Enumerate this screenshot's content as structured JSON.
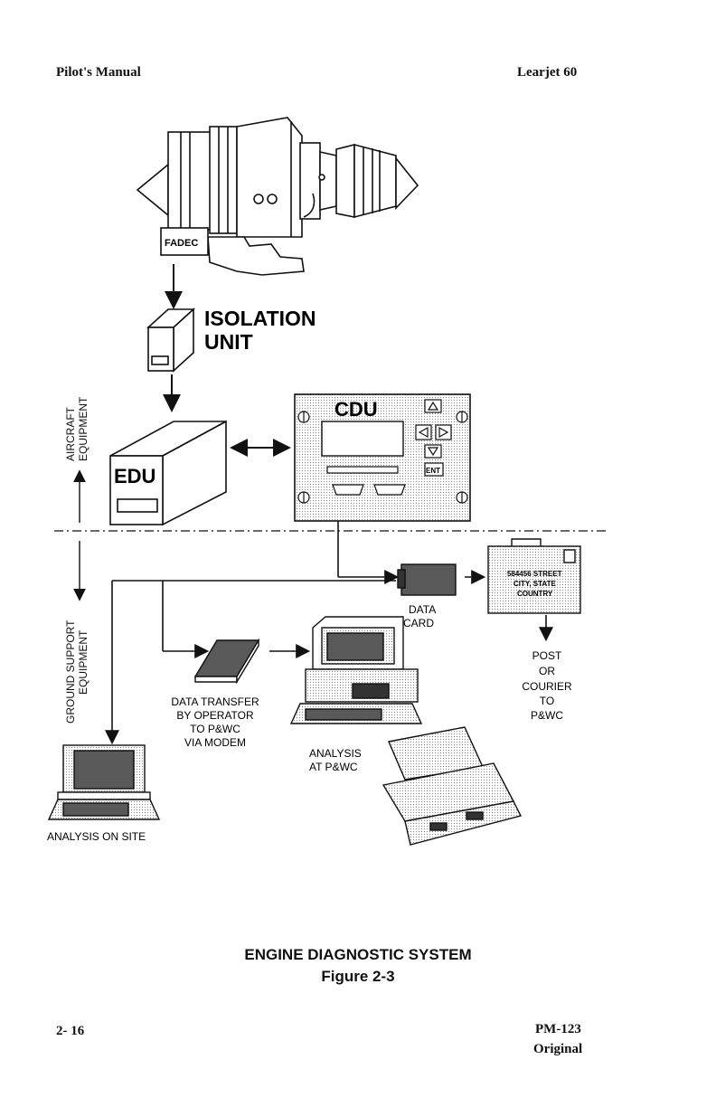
{
  "header": {
    "left": "Pilot's Manual",
    "right": "Learjet 60"
  },
  "diagram": {
    "fadec": "FADEC",
    "isolation_unit": [
      "ISOLATION",
      "UNIT"
    ],
    "edu": "EDU",
    "cdu": "CDU",
    "ent_key": "ENT",
    "aircraft_equipment": [
      "AIRCRAFT",
      "EQUIPMENT"
    ],
    "ground_support_equipment": [
      "GROUND SUPPORT",
      "EQUIPMENT"
    ],
    "data_card": [
      "DATA",
      "CARD"
    ],
    "mail_label": [
      "584456 STREET",
      "CITY, STATE",
      "COUNTRY"
    ],
    "post_courier": [
      "POST",
      "OR",
      "COURIER",
      "TO",
      "P&WC"
    ],
    "data_transfer": [
      "DATA TRANSFER",
      "BY OPERATOR",
      "TO P&WC",
      "VIA MODEM"
    ],
    "analysis_pwc": [
      "ANALYSIS",
      "AT P&WC"
    ],
    "analysis_site": "ANALYSIS ON SITE"
  },
  "caption": {
    "title": "ENGINE DIAGNOSTIC SYSTEM",
    "figure": "Figure 2-3"
  },
  "footer": {
    "page": "2- 16",
    "doc": "PM-123",
    "status": "Original"
  }
}
